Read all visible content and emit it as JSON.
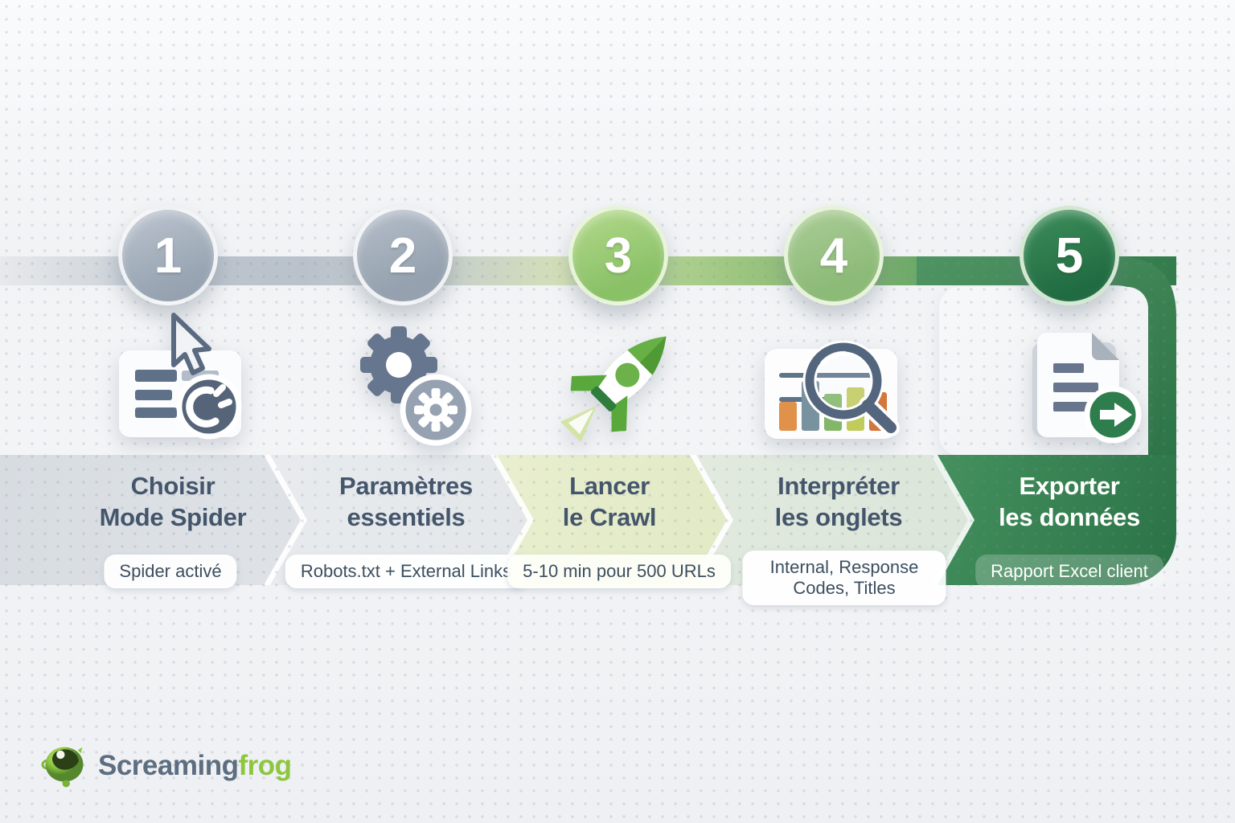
{
  "steps": [
    {
      "number": "1",
      "title_line1": "Choisir",
      "title_line2": "Mode Spider",
      "badge": "Spider activé",
      "icon": "spider-mode-icon",
      "circle_color": "#9aa6b4"
    },
    {
      "number": "2",
      "title_line1": "Paramètres",
      "title_line2": "essentiels",
      "badge": "Robots.txt + External Links",
      "icon": "settings-gears-icon",
      "circle_color": "#95a1af"
    },
    {
      "number": "3",
      "title_line1": "Lancer",
      "title_line2": "le Crawl",
      "badge": "5-10 min pour 500 URLs",
      "icon": "rocket-icon",
      "circle_color": "#8ac167"
    },
    {
      "number": "4",
      "title_line1": "Interpréter",
      "title_line2": "les onglets",
      "badge": "Internal, Response Codes, Titles",
      "icon": "chart-magnifier-icon",
      "circle_color": "#8cba77"
    },
    {
      "number": "5",
      "title_line1": "Exporter",
      "title_line2": "les données",
      "badge": "Rapport Excel client",
      "icon": "export-document-icon",
      "circle_color": "#2e7d4c"
    }
  ],
  "logo": {
    "text_primary": "Screaming",
    "text_secondary": "frog"
  },
  "colors": {
    "accent_dark_green": "#2a7246",
    "accent_green": "#46925f",
    "light_green": "#8ac167",
    "timeline_gray": "#b9c2cb",
    "title_text": "#45566c",
    "badge_text": "#3c4e60",
    "logo_gray": "#5d6e80",
    "logo_green": "#8dc63f"
  }
}
